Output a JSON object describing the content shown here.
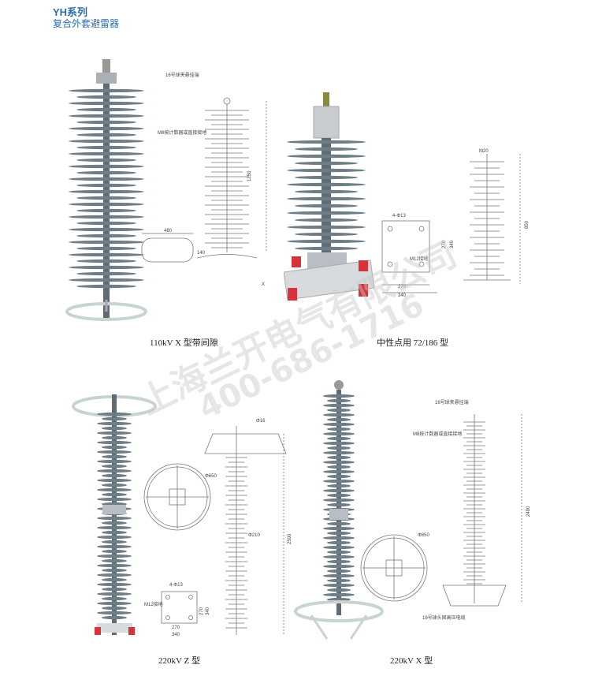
{
  "header": {
    "series": "YH系列",
    "subtitle": "复合外套避雷器"
  },
  "panels": {
    "p1": {
      "caption": "110kV  X 型带间隙",
      "labels": {
        "top": "16号球夹悬挂端",
        "mid": "M8按计数器或直接接地",
        "height": "1250",
        "width": "480",
        "small": "140",
        "bottom": "X"
      }
    },
    "p2": {
      "caption": "中性点用 72/186 型",
      "labels": {
        "holes": "4-Φ13",
        "bolt": "M12接地",
        "w1": "270",
        "w2": "340",
        "h1": "270",
        "h2": "340",
        "top": "M20",
        "height": "850"
      }
    },
    "p3": {
      "caption": "220kV  Z 型",
      "labels": {
        "d1": "Φ16",
        "d2": "Φ650",
        "d3": "Φ210",
        "height": "2500",
        "holes": "4-Φ13",
        "bolt": "M12接地",
        "w1": "270",
        "w2": "340",
        "h1": "270",
        "h2": "340"
      }
    },
    "p4": {
      "caption": "220kV  X 型",
      "labels": {
        "top": "16号球夹悬挂端",
        "mid": "M8按计数器或直接接地",
        "ring": "Φ850",
        "height": "2480",
        "bottom": "16号球头固高压电缆"
      }
    }
  },
  "watermark": {
    "company": "上海兰开电气有限公司",
    "phone": "400-686-1716"
  },
  "colors": {
    "accent": "#2a6db0",
    "shed": "#6f7d87",
    "ring": "#c9d4d1",
    "base_red": "#d8323a"
  }
}
